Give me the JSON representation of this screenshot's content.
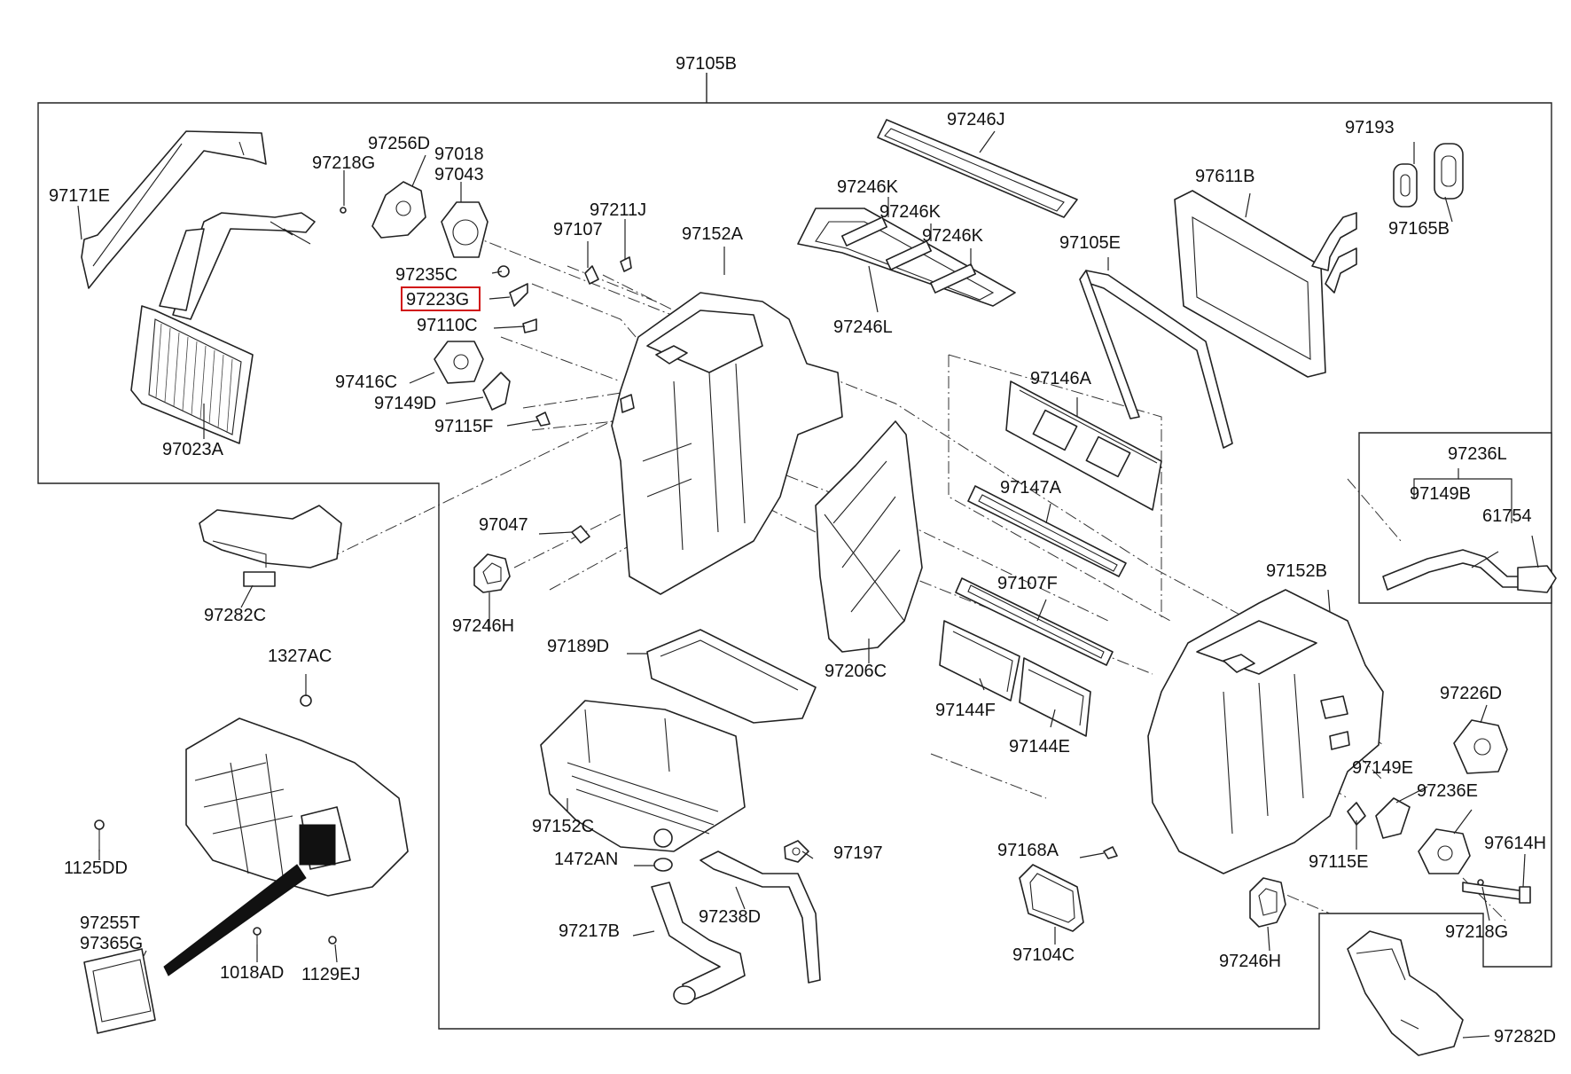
{
  "diagram": {
    "callouts": [
      {
        "id": "c-97105b",
        "text": "97105B"
      },
      {
        "id": "c-97171e",
        "text": "97171E"
      },
      {
        "id": "c-97256d",
        "text": "97256D"
      },
      {
        "id": "c-97218g-top",
        "text": "97218G"
      },
      {
        "id": "c-97018",
        "text": "97018"
      },
      {
        "id": "c-97043",
        "text": "97043"
      },
      {
        "id": "c-97235c",
        "text": "97235C"
      },
      {
        "id": "c-97223g",
        "text": "97223G",
        "highlighted": true
      },
      {
        "id": "c-97110c",
        "text": "97110C"
      },
      {
        "id": "c-97416c",
        "text": "97416C"
      },
      {
        "id": "c-97149d",
        "text": "97149D"
      },
      {
        "id": "c-97115f",
        "text": "97115F"
      },
      {
        "id": "c-97023a",
        "text": "97023A"
      },
      {
        "id": "c-97107",
        "text": "97107"
      },
      {
        "id": "c-97211j",
        "text": "97211J"
      },
      {
        "id": "c-97152a",
        "text": "97152A"
      },
      {
        "id": "c-97246j",
        "text": "97246J"
      },
      {
        "id": "c-97246k-1",
        "text": "97246K"
      },
      {
        "id": "c-97246k-2",
        "text": "97246K"
      },
      {
        "id": "c-97246k-3",
        "text": "97246K"
      },
      {
        "id": "c-97246l",
        "text": "97246L"
      },
      {
        "id": "c-97105e",
        "text": "97105E"
      },
      {
        "id": "c-97611b",
        "text": "97611B"
      },
      {
        "id": "c-97193",
        "text": "97193"
      },
      {
        "id": "c-97165b",
        "text": "97165B"
      },
      {
        "id": "c-97146a",
        "text": "97146A"
      },
      {
        "id": "c-97147a",
        "text": "97147A"
      },
      {
        "id": "c-97107f",
        "text": "97107F"
      },
      {
        "id": "c-97236l",
        "text": "97236L"
      },
      {
        "id": "c-97149b",
        "text": "97149B"
      },
      {
        "id": "c-61754",
        "text": "61754"
      },
      {
        "id": "c-97152b",
        "text": "97152B"
      },
      {
        "id": "c-97047",
        "text": "97047"
      },
      {
        "id": "c-97282c",
        "text": "97282C"
      },
      {
        "id": "c-97246h-left",
        "text": "97246H"
      },
      {
        "id": "c-97189d",
        "text": "97189D"
      },
      {
        "id": "c-97206c",
        "text": "97206C"
      },
      {
        "id": "c-97144f",
        "text": "97144F"
      },
      {
        "id": "c-97144e",
        "text": "97144E"
      },
      {
        "id": "c-1327ac",
        "text": "1327AC"
      },
      {
        "id": "c-97226d",
        "text": "97226D"
      },
      {
        "id": "c-97149e",
        "text": "97149E"
      },
      {
        "id": "c-97236e",
        "text": "97236E"
      },
      {
        "id": "c-97152c",
        "text": "97152C"
      },
      {
        "id": "c-1472an",
        "text": "1472AN"
      },
      {
        "id": "c-97197",
        "text": "97197"
      },
      {
        "id": "c-97168a",
        "text": "97168A"
      },
      {
        "id": "c-97115e",
        "text": "97115E"
      },
      {
        "id": "c-97614h",
        "text": "97614H"
      },
      {
        "id": "c-1125dd",
        "text": "1125DD"
      },
      {
        "id": "c-97238d",
        "text": "97238D"
      },
      {
        "id": "c-97104c",
        "text": "97104C"
      },
      {
        "id": "c-97218g-bottom",
        "text": "97218G"
      },
      {
        "id": "c-97255t",
        "text": "97255T"
      },
      {
        "id": "c-97365g",
        "text": "97365G"
      },
      {
        "id": "c-97217b",
        "text": "97217B"
      },
      {
        "id": "c-97246h-right",
        "text": "97246H"
      },
      {
        "id": "c-1018ad",
        "text": "1018AD"
      },
      {
        "id": "c-1129ej",
        "text": "1129EJ"
      },
      {
        "id": "c-97282d",
        "text": "97282D"
      }
    ],
    "highlight_color": "#d11111"
  }
}
